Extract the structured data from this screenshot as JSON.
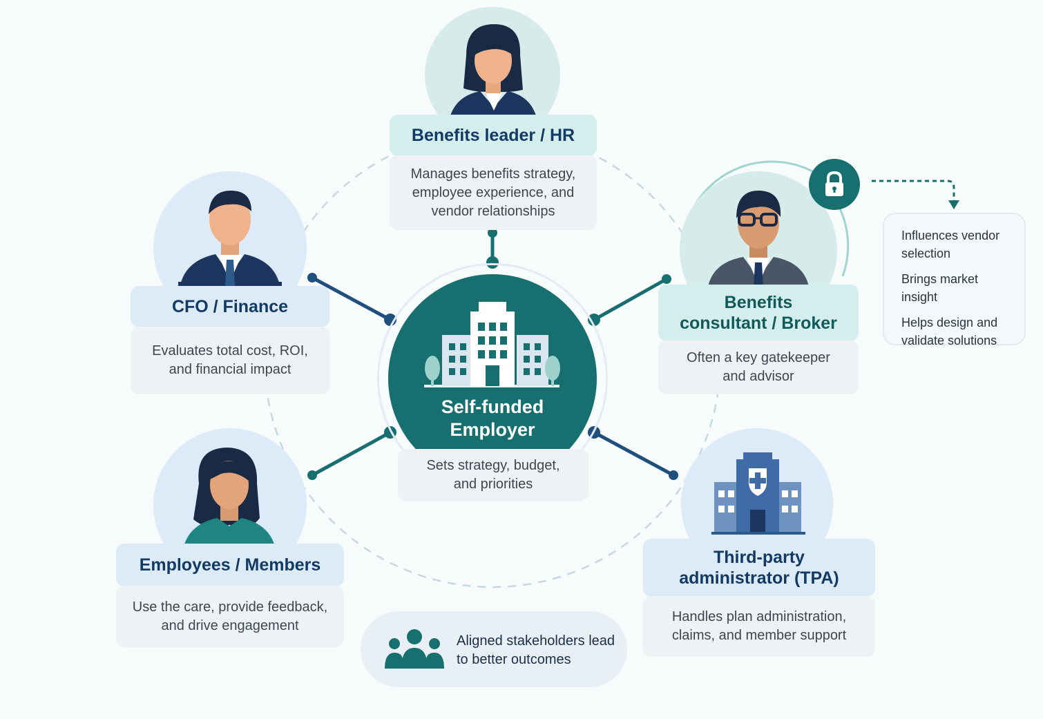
{
  "center": {
    "title": "Self-funded Employer",
    "description": "Sets strategy, budget, and priorities",
    "icon": "office-building-icon"
  },
  "stakeholders": {
    "hr": {
      "title": "Benefits leader / HR",
      "description": "Manages benefits strategy, employee experience, and vendor relationships",
      "icon": "woman-professional-icon"
    },
    "cfo": {
      "title": "CFO / Finance",
      "description": "Evaluates total cost, ROI, and financial impact",
      "icon": "man-professional-icon"
    },
    "broker": {
      "title": "Benefits consultant / Broker",
      "description": "Often a key gatekeeper and advisor",
      "icon": "man-with-glasses-icon"
    },
    "employees": {
      "title": "Employees / Members",
      "description": "Use the care, provide feedback, and drive engagement",
      "icon": "woman-member-icon"
    },
    "tpa": {
      "title": "Third-party administrator (TPA)",
      "description": "Handles plan administration, claims, and member support",
      "icon": "medical-building-icon"
    }
  },
  "broker_insights": {
    "items": [
      "Influences vendor selection",
      "Brings market insight",
      "Helps design and validate solutions"
    ],
    "icon": "lock-icon"
  },
  "footer": {
    "text": "Aligned stakeholders lead to better outcomes",
    "icon": "group-people-icon"
  },
  "colors": {
    "navy": "#123a63",
    "teal": "#17706f",
    "light_blue": "#dcebf6",
    "light_teal": "#d3eeec"
  }
}
